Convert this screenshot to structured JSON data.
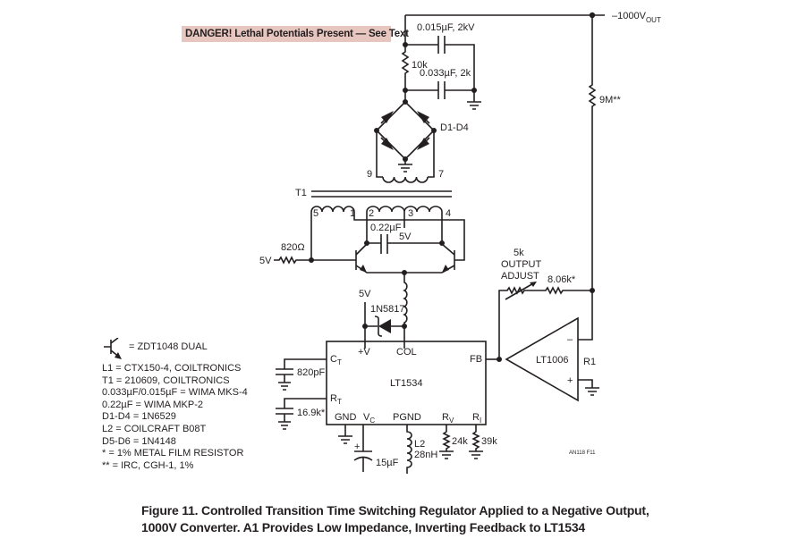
{
  "warning": "DANGER! Lethal Potentials Present — See Text",
  "colors": {
    "ink": "#231f20",
    "warning_bg": "#e8c6c0"
  },
  "output": {
    "label_main": "–1000V",
    "label_sub": "OUT"
  },
  "components": {
    "c_top": "0.015µF, 2kV",
    "r_10k": "10k",
    "c_mid": "0.033µF, 2k",
    "bridge": "D1-D4",
    "r_9m": "9M**",
    "t1": "T1",
    "pin5": "5",
    "pin1": "1",
    "pin2": "2",
    "pin3": "3",
    "pin4": "4",
    "pin9": "9",
    "pin7": "7",
    "c_022": "0.22µF",
    "v5_center": "5V",
    "r_820": "820Ω",
    "v5_in": "5V",
    "v5_diode": "5V",
    "diode": "1N5817",
    "pot_value": "5k",
    "pot_line1": "OUTPUT",
    "pot_line2": "ADJUST",
    "r_806": "8.06k*",
    "opamp": "LT1006",
    "opamp_minus": "–",
    "opamp_plus": "+",
    "r1": "R1",
    "ic_name": "LT1534",
    "ic_pin_vplus": "+V",
    "ic_pin_col": "COL",
    "ic_pin_fb": "FB",
    "ic_pin_ct": "C",
    "ic_pin_ct_sub": "T",
    "ic_pin_rt": "R",
    "ic_pin_rt_sub": "T",
    "ic_pin_gnd": "GND",
    "ic_pin_vc": "V",
    "ic_pin_vc_sub": "C",
    "ic_pin_pgnd": "PGND",
    "ic_pin_rv": "R",
    "ic_pin_rv_sub": "V",
    "ic_pin_ri": "R",
    "ic_pin_ri_sub": "I",
    "c_820p": "820pF",
    "r_169": "16.9k*",
    "c_15u": "15µF",
    "c_15u_plus": "+",
    "l2_name": "L2",
    "l2_value": "28nH",
    "r_24k": "24k",
    "r_39k": "39k",
    "fig_code": "AN118 F11"
  },
  "legend": {
    "transistor": "= ZDT1048 DUAL",
    "items": [
      "L1 = CTX150-4, COILTRONICS",
      "T1 = 210609, COILTRONICS",
      "0.033µF/0.015µF = WIMA MKS-4",
      "0.22µF = WIMA MKP-2",
      "D1-D4 = 1N6529",
      "L2 = COILCRAFT B08T",
      "D5-D6 = 1N4148",
      "* = 1% METAL FILM RESISTOR",
      "** = IRC, CGH-1, 1%"
    ]
  },
  "caption": {
    "line1": "Figure 11. Controlled Transition Time Switching Regulator Applied to a Negative Output,",
    "line2": "1000V Converter. A1 Provides Low Impedance, Inverting Feedback to LT1534"
  }
}
